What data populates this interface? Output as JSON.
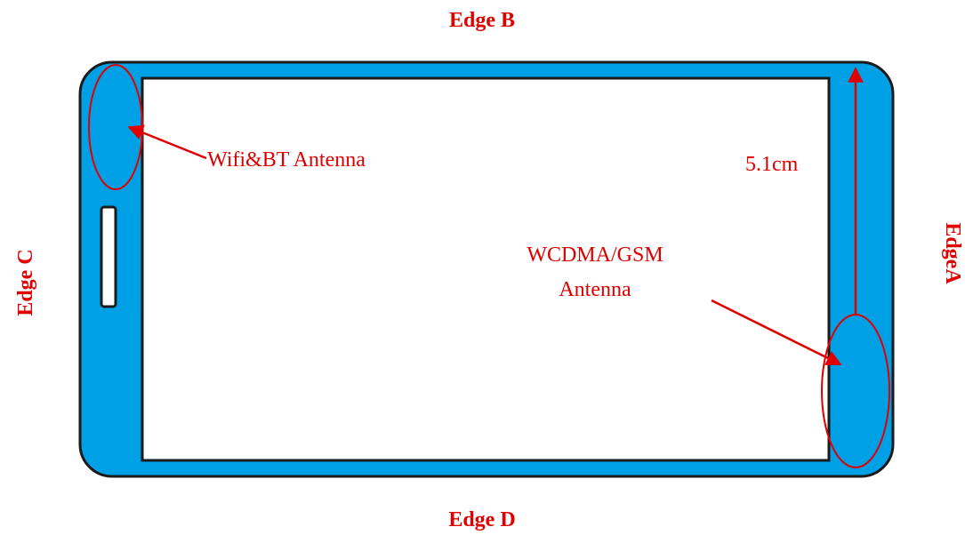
{
  "colors": {
    "device_body": "#00A0E6",
    "outline": "#1a1a1a",
    "screen": "#ffffff",
    "annotation_red": "#E00000"
  },
  "edges": {
    "top": "Edge B",
    "bottom": "Edge D",
    "left": "Edge C",
    "right": "EdgeA"
  },
  "annotations": {
    "wifi_bt_antenna": "Wifi&BT Antenna",
    "wcdma_gsm_line1": "WCDMA/GSM",
    "wcdma_gsm_line2": "Antenna",
    "distance": "5.1cm"
  },
  "icons": {
    "side_button": "side-button-icon",
    "arrowhead": "arrowhead-icon"
  }
}
